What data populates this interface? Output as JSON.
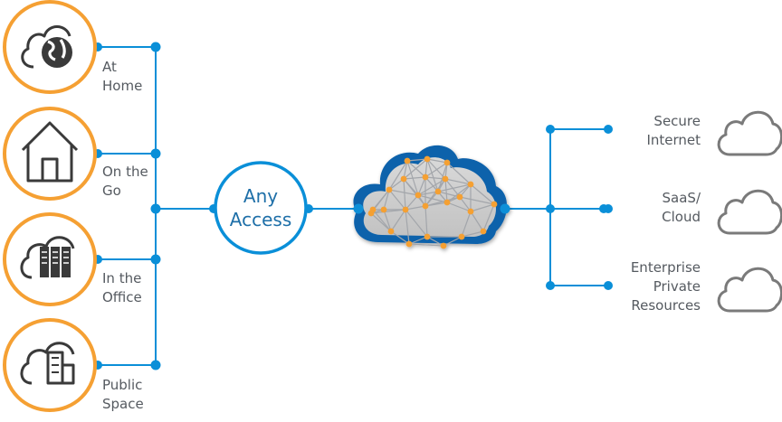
{
  "colors": {
    "orange": "#f5a033",
    "blue": "#0a8fd8",
    "dark_blue": "#0f62ab",
    "icon": "#3a3a3a",
    "grey_cloud": "#7a7a7a",
    "label": "#555a60",
    "mesh_node": "#f5a033",
    "mesh_line": "#a3a6ab"
  },
  "sources": [
    {
      "icon": "cloud-globe-icon",
      "label": [
        "At",
        "Home"
      ]
    },
    {
      "icon": "house-icon",
      "label": [
        "On the",
        "Go"
      ]
    },
    {
      "icon": "cloud-server-icon",
      "label": [
        "In the",
        "Office"
      ]
    },
    {
      "icon": "cloud-building-icon",
      "label": [
        "Public",
        "Space"
      ]
    }
  ],
  "hub": {
    "label": [
      "Any",
      "Access"
    ]
  },
  "destinations": [
    {
      "icon": "cloud-outline-icon",
      "label": [
        "Secure",
        "Internet"
      ]
    },
    {
      "icon": "cloud-outline-icon",
      "label": [
        "SaaS/",
        "Cloud"
      ]
    },
    {
      "icon": "cloud-outline-icon",
      "label": [
        "Enterprise",
        "Private",
        "Resources"
      ]
    }
  ]
}
